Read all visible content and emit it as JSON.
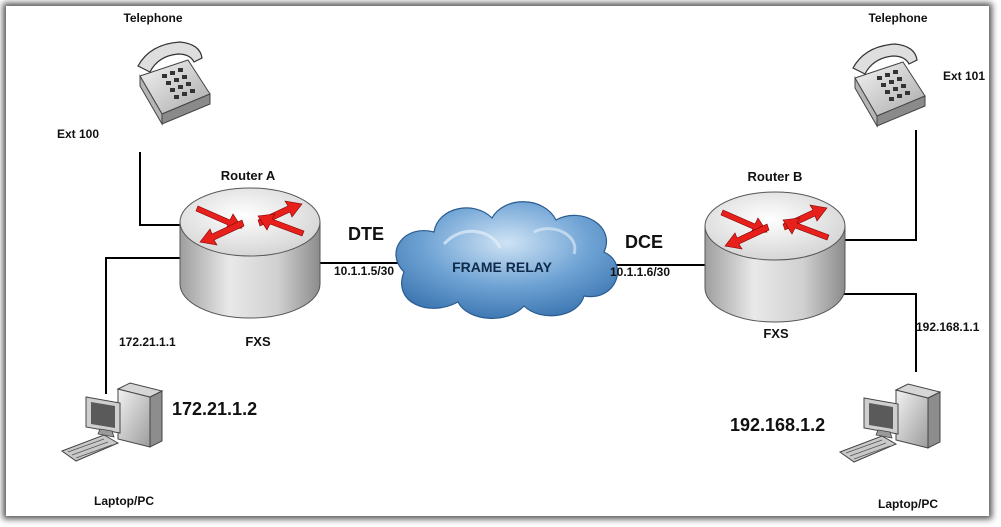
{
  "diagram": {
    "telephone_left": {
      "title": "Telephone",
      "ext": "Ext 100"
    },
    "telephone_right": {
      "title": "Telephone",
      "ext": "Ext 101"
    },
    "router_a": {
      "name": "Router A",
      "port": "FXS"
    },
    "router_b": {
      "name": "Router B",
      "port": "FXS"
    },
    "cloud": {
      "label": "FRAME RELAY"
    },
    "link_left": {
      "role": "DTE",
      "ip": "10.1.1.5/30"
    },
    "link_right": {
      "role": "DCE",
      "ip": "10.1.1.6/30"
    },
    "lan_left": {
      "gateway": "172.21.1.1",
      "host_ip": "172.21.1.2",
      "host": "Laptop/PC"
    },
    "lan_right": {
      "gateway": "192.168.1.1",
      "host_ip": "192.168.1.2",
      "host": "Laptop/PC"
    }
  },
  "colors": {
    "arrow_red": "#e8201c",
    "router_top": "#f7f7f7",
    "router_side": "#bdbdbd",
    "cloud_blue": "#3d7fbf",
    "line": "#000000"
  },
  "icons": [
    "telephone-icon",
    "router-icon",
    "cloud-icon",
    "computer-icon"
  ]
}
